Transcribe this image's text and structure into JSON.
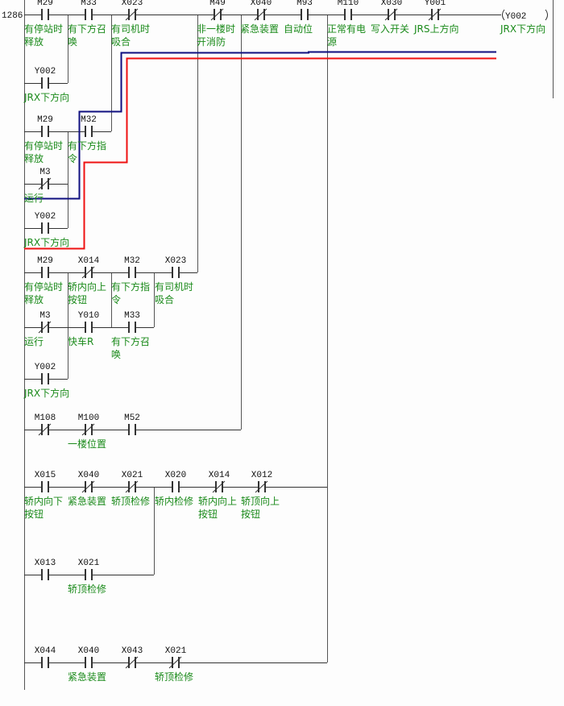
{
  "step_number": "1286",
  "coil": {
    "address": "Y002",
    "comment": "JRX下方向"
  },
  "contacts": [
    {
      "id": "c1",
      "address": "M29",
      "type": "NO",
      "comment": [
        "有停站时",
        "释放"
      ]
    },
    {
      "id": "c2",
      "address": "M33",
      "type": "NO",
      "comment": [
        "有下方召",
        "唤"
      ]
    },
    {
      "id": "c3",
      "address": "X023",
      "type": "NC",
      "comment": [
        "有司机时",
        "吸合"
      ]
    },
    {
      "id": "c4",
      "address": "M49",
      "type": "NC",
      "comment": [
        "非一楼时",
        "开消防"
      ]
    },
    {
      "id": "c5",
      "address": "X040",
      "type": "NC",
      "comment": [
        "紧急装置"
      ]
    },
    {
      "id": "c6",
      "address": "M93",
      "type": "NO",
      "comment": [
        "自动位"
      ]
    },
    {
      "id": "c7",
      "address": "M110",
      "type": "NO",
      "comment": [
        "正常有电",
        "源"
      ]
    },
    {
      "id": "c8",
      "address": "X030",
      "type": "NC",
      "comment": [
        "写入开关"
      ]
    },
    {
      "id": "c9",
      "address": "Y001",
      "type": "NC",
      "comment": [
        "JRS上方向"
      ]
    },
    {
      "id": "c10",
      "address": "Y002",
      "type": "NO",
      "comment": [
        "JRX下方向"
      ]
    },
    {
      "id": "c11",
      "address": "M29",
      "type": "NO",
      "comment": [
        "有停站时",
        "释放"
      ]
    },
    {
      "id": "c12",
      "address": "M32",
      "type": "NO",
      "comment": [
        "有下方指",
        "令"
      ]
    },
    {
      "id": "c13",
      "address": "M3",
      "type": "NC",
      "comment": [
        "运行"
      ]
    },
    {
      "id": "c14",
      "address": "Y002",
      "type": "NO",
      "comment": [
        "JRX下方向"
      ]
    },
    {
      "id": "c15",
      "address": "M29",
      "type": "NO",
      "comment": [
        "有停站时",
        "释放"
      ]
    },
    {
      "id": "c16",
      "address": "X014",
      "type": "NC",
      "comment": [
        "轿内向上",
        "按钮"
      ]
    },
    {
      "id": "c17",
      "address": "M32",
      "type": "NO",
      "comment": [
        "有下方指",
        "令"
      ]
    },
    {
      "id": "c18",
      "address": "X023",
      "type": "NO",
      "comment": [
        "有司机时",
        "吸合"
      ]
    },
    {
      "id": "c19",
      "address": "M3",
      "type": "NC",
      "comment": [
        "运行"
      ]
    },
    {
      "id": "c20",
      "address": "Y010",
      "type": "NO",
      "comment": [
        "快车R"
      ]
    },
    {
      "id": "c21",
      "address": "M33",
      "type": "NO",
      "comment": [
        "有下方召",
        "唤"
      ]
    },
    {
      "id": "c22",
      "address": "Y002",
      "type": "NO",
      "comment": [
        "JRX下方向"
      ]
    },
    {
      "id": "c23",
      "address": "M108",
      "type": "NC",
      "comment": []
    },
    {
      "id": "c24",
      "address": "M100",
      "type": "NC",
      "comment": [
        "一楼位置"
      ]
    },
    {
      "id": "c25",
      "address": "M52",
      "type": "NO",
      "comment": []
    },
    {
      "id": "c26",
      "address": "X015",
      "type": "NO",
      "comment": [
        "轿内向下",
        "按钮"
      ]
    },
    {
      "id": "c27",
      "address": "X040",
      "type": "NC",
      "comment": [
        "紧急装置"
      ]
    },
    {
      "id": "c28",
      "address": "X021",
      "type": "NC",
      "comment": [
        "轿顶检修"
      ]
    },
    {
      "id": "c29",
      "address": "X020",
      "type": "NO",
      "comment": [
        "轿内检修"
      ]
    },
    {
      "id": "c30",
      "address": "X014",
      "type": "NC",
      "comment": [
        "轿内向上",
        "按钮"
      ]
    },
    {
      "id": "c31",
      "address": "X012",
      "type": "NC",
      "comment": [
        "轿顶向上",
        "按钮"
      ]
    },
    {
      "id": "c32",
      "address": "X013",
      "type": "NO",
      "comment": []
    },
    {
      "id": "c33",
      "address": "X021",
      "type": "NO",
      "comment": [
        "轿顶检修"
      ]
    },
    {
      "id": "c34",
      "address": "X044",
      "type": "NO",
      "comment": []
    },
    {
      "id": "c35",
      "address": "X040",
      "type": "NO",
      "comment": [
        "紧急装置"
      ]
    },
    {
      "id": "c36",
      "address": "X043",
      "type": "NC",
      "comment": []
    },
    {
      "id": "c37",
      "address": "X021",
      "type": "NC",
      "comment": [
        "轿顶检修"
      ]
    }
  ],
  "highlight_colors": {
    "blue": "#101080",
    "red": "#ee1111",
    "comment": "#1a8a1a"
  }
}
